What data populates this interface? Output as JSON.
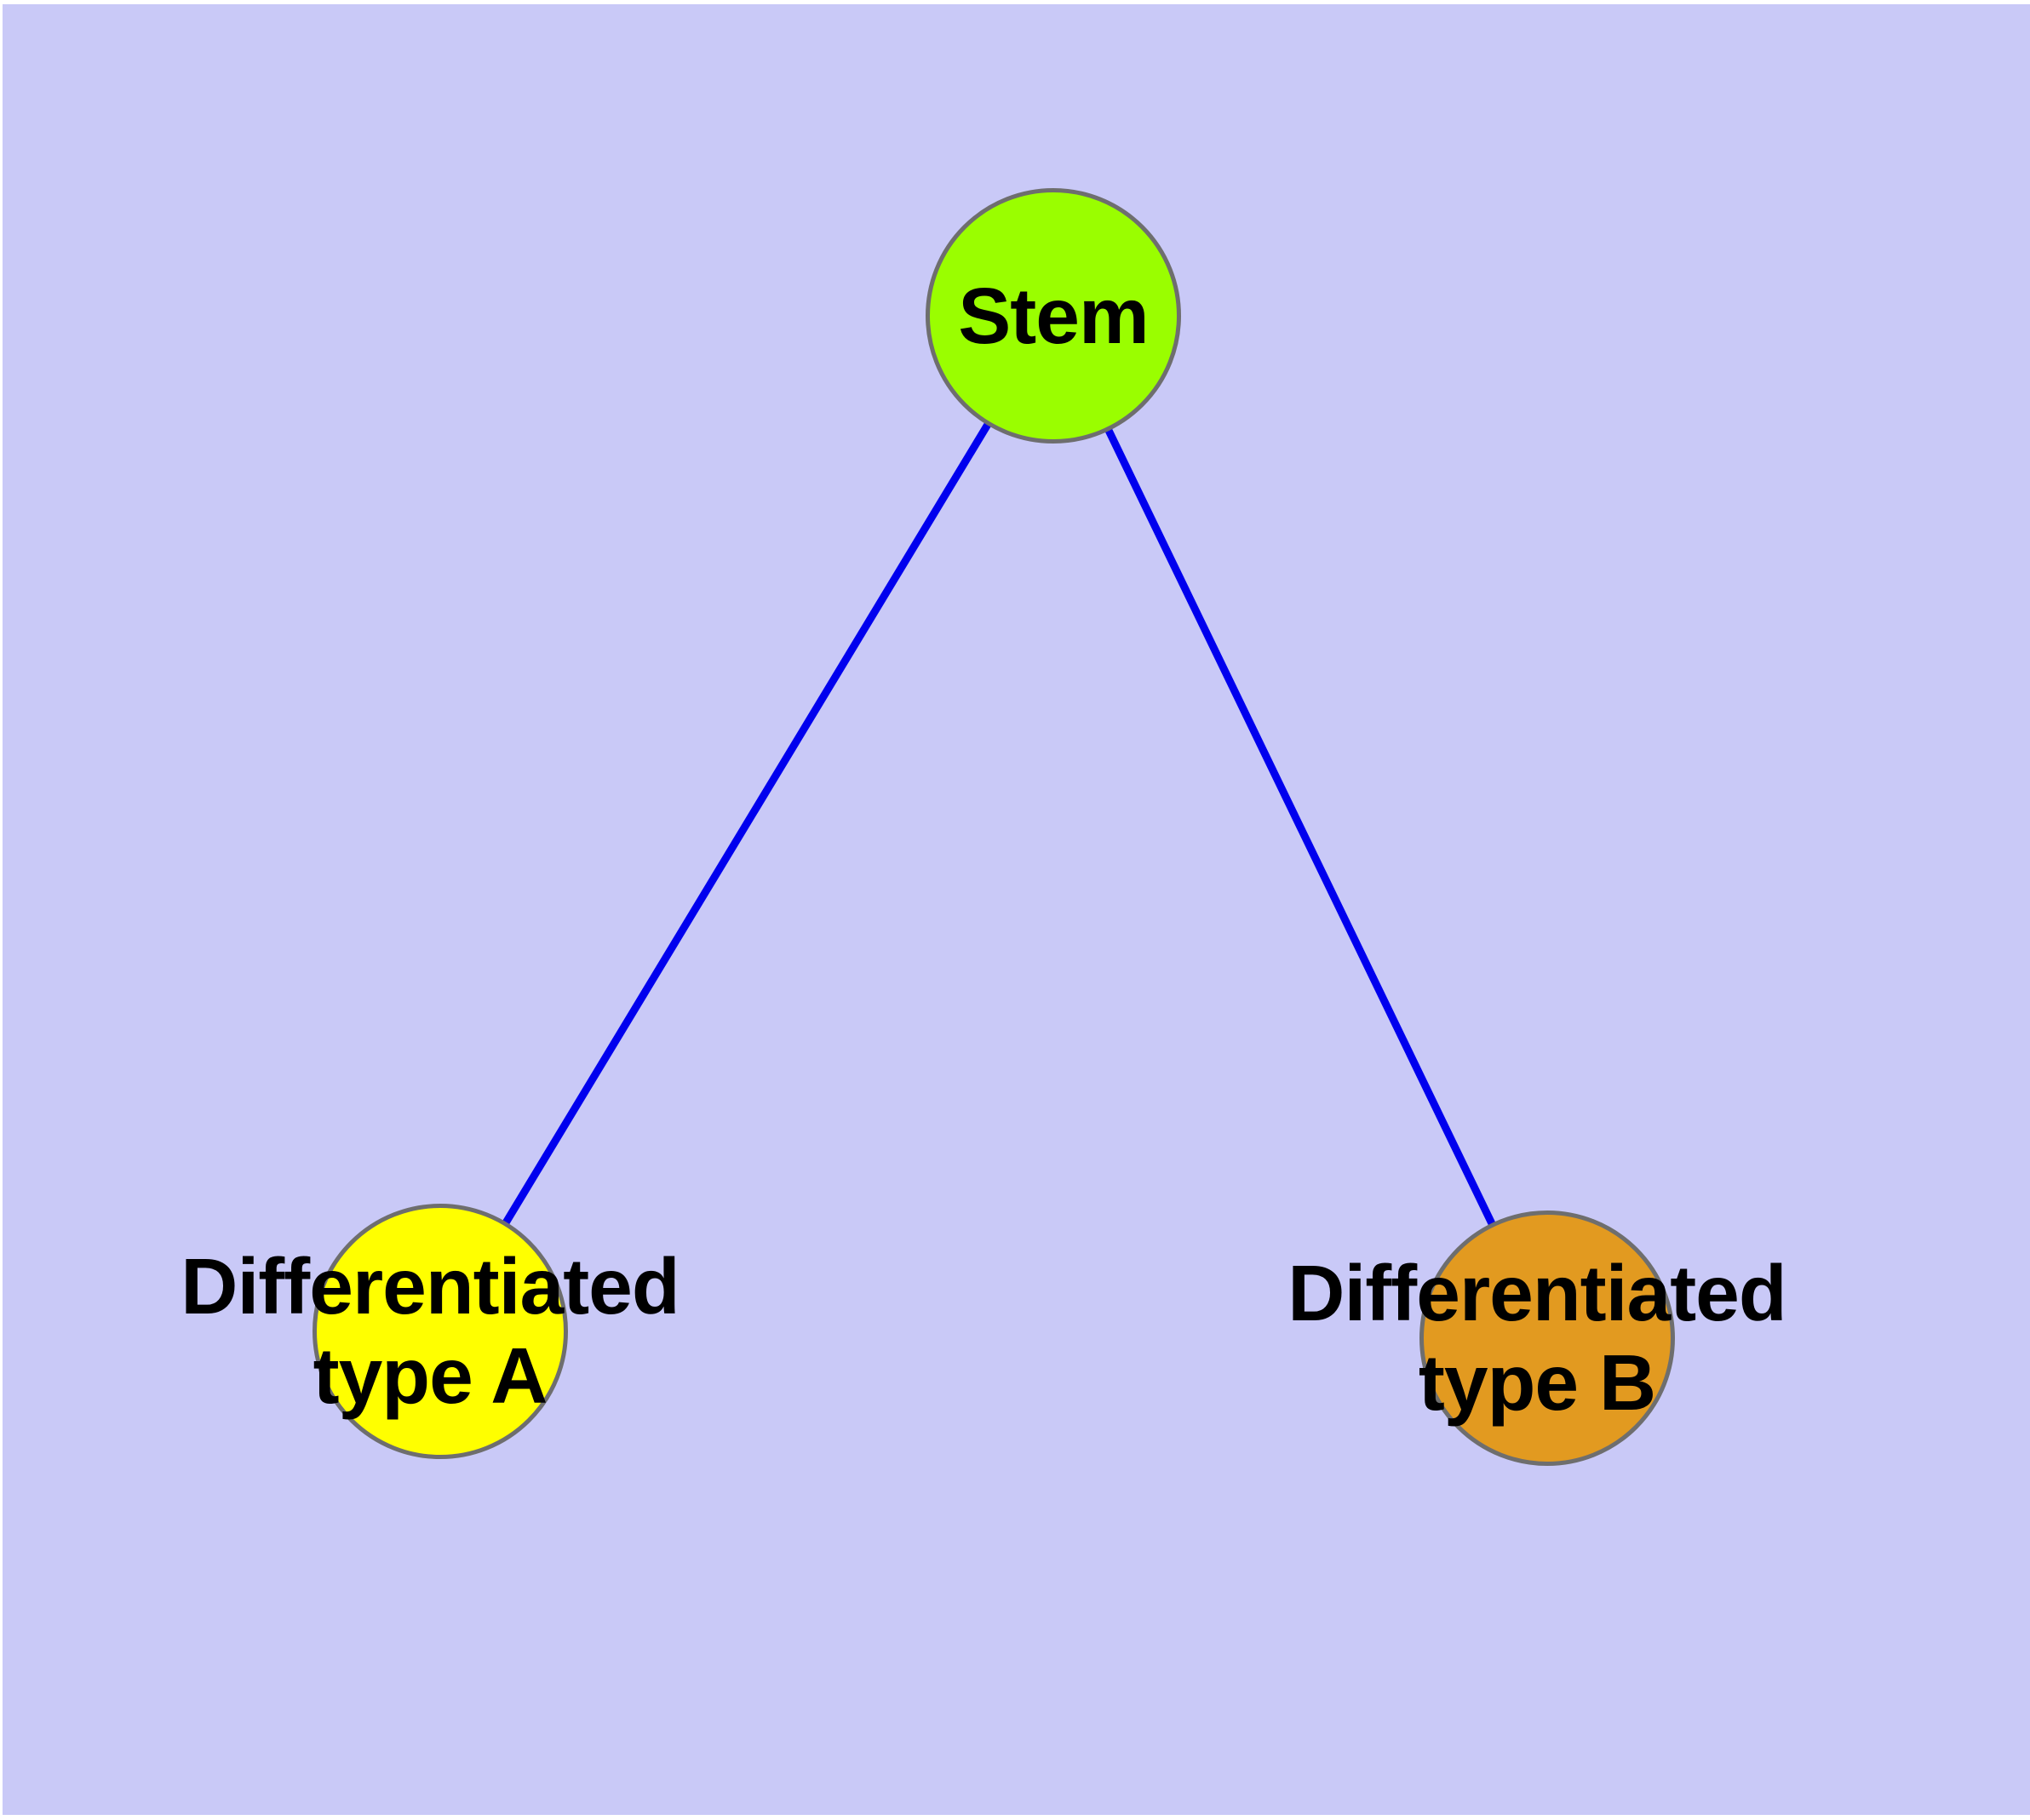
{
  "diagram": {
    "background_color": "#c9c9f7",
    "edge_color": "#0000ee",
    "node_border_color": "#6e6e6e",
    "nodes": {
      "stem": {
        "label": "Stem",
        "fill": "#9afe00"
      },
      "type_a": {
        "label_line1": "Differentiated",
        "label_line2": "type A",
        "fill": "#ffff00"
      },
      "type_b": {
        "label_line1": "Differentiated",
        "label_line2": "type B",
        "fill": "#e29a20"
      }
    },
    "edges": [
      {
        "from": "stem",
        "to": "type_a"
      },
      {
        "from": "stem",
        "to": "type_b"
      }
    ]
  }
}
